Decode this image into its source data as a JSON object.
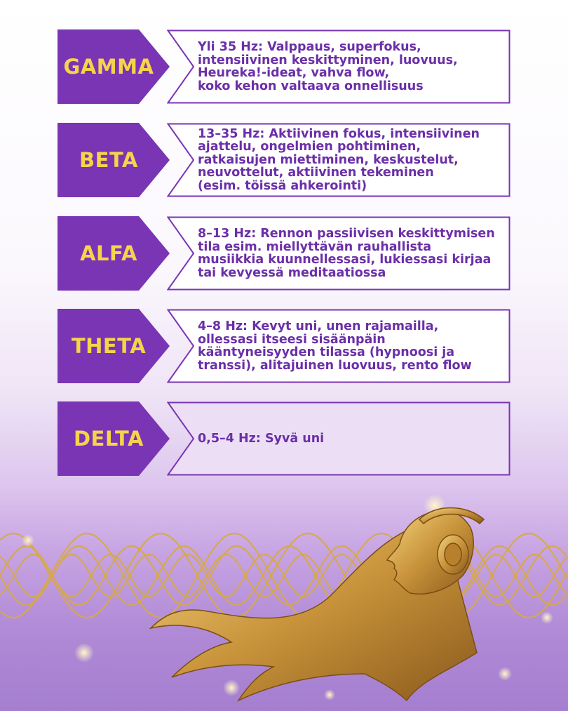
{
  "waves": [
    {
      "label": "GAMMA",
      "description": "Yli 35 Hz: Valppaus, superfokus,\nintensiivinen keskittyminen, luovuus,\nHeureka!-ideat, vahva flow,\nkoko kehon valtaava onnellisuus"
    },
    {
      "label": "BETA",
      "description": "13–35 Hz: Aktiivinen fokus, intensiivinen\najattelu, ongelmien pohtiminen,\nratkaisujen miettiminen, keskustelut,\nneuvottelut, aktiivinen tekeminen\n(esim. töissä ahkerointi)"
    },
    {
      "label": "ALFA",
      "description": "8–13 Hz: Rennon passiivisen keskittymisen\ntila esim. miellyttävän rauhallista\nmusiikkia kuunnellessasi, lukiessasi kirjaa\ntai kevyessä meditaatiossa"
    },
    {
      "label": "THETA",
      "description": "4–8 Hz: Kevyt uni, unen rajamailla,\nollessasi itseesi sisäänpäin\nkääntyneisyyden tilassa (hypnoosi ja\ntranssi), alitajuinen luovuus, rento flow"
    },
    {
      "label": "DELTA",
      "description": "0,5–4 Hz: Syvä uni"
    }
  ],
  "colors": {
    "label_fill": "#7a35b5",
    "label_text": "#f6d44a",
    "desc_border": "#7a35b5",
    "desc_text": "#6b2fa8",
    "gold": "#d7a94a"
  },
  "illustration": {
    "name": "golden-head-with-headphones-and-waves"
  }
}
